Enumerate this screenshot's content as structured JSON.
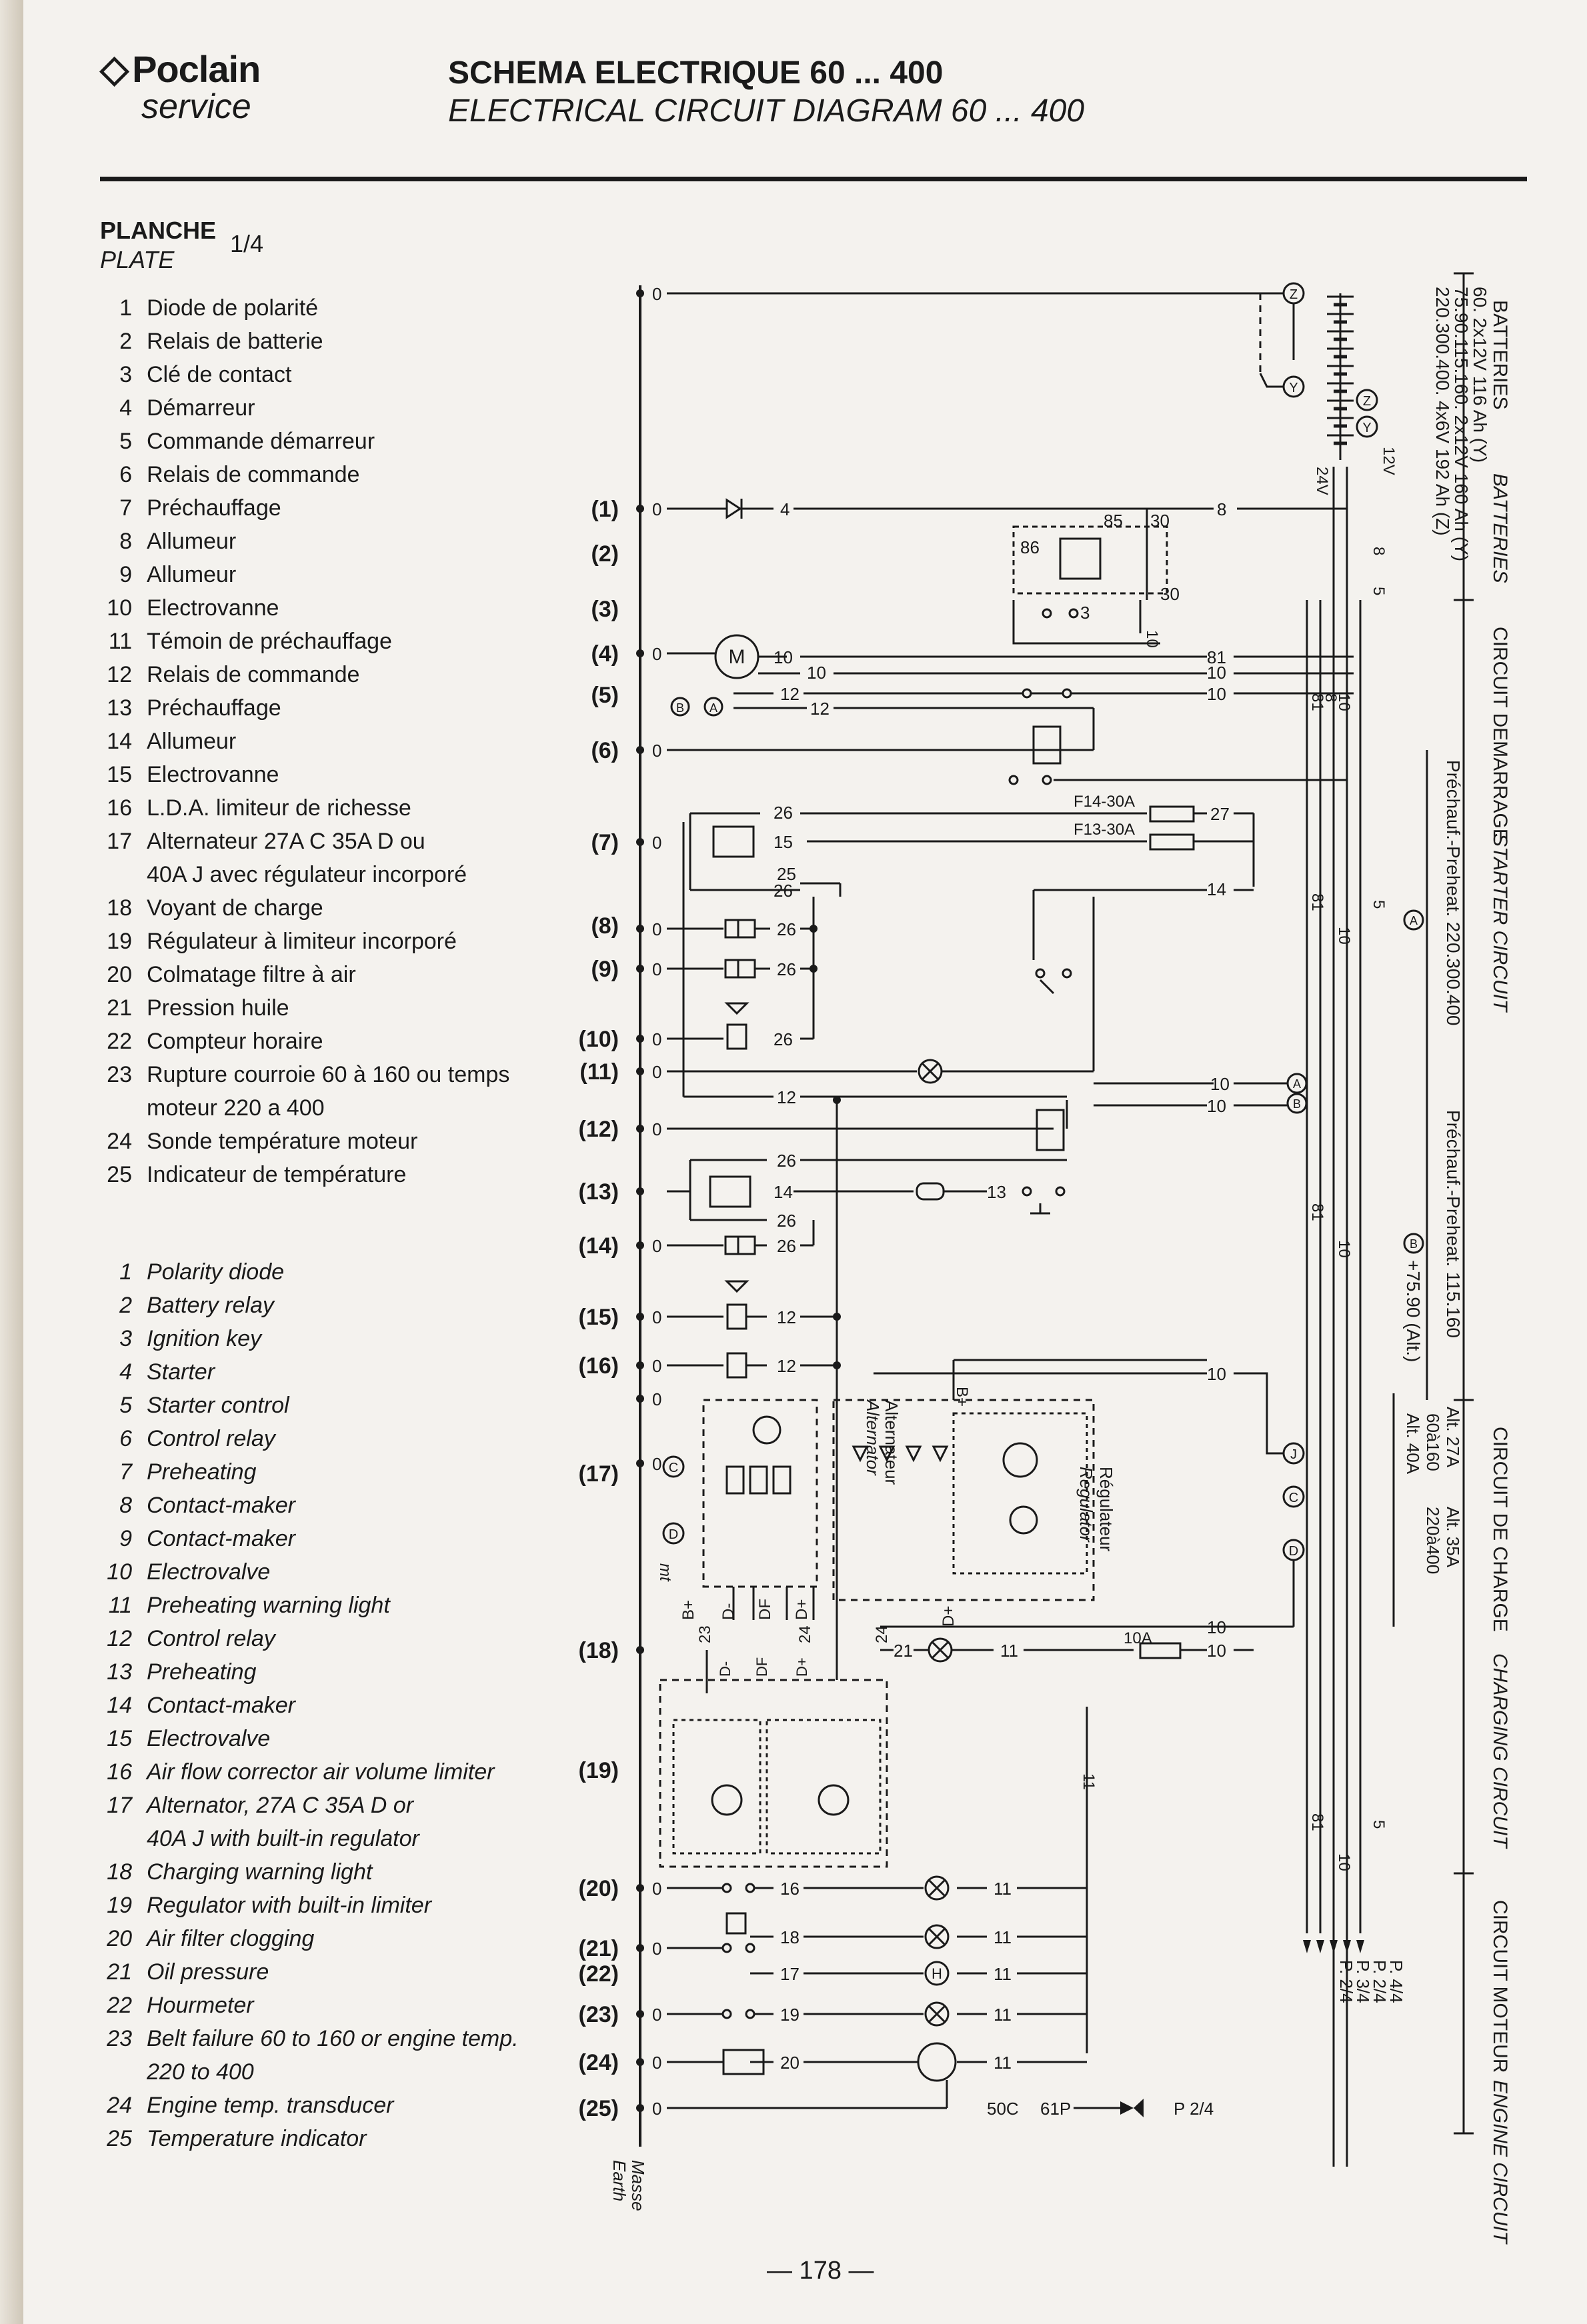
{
  "brand": {
    "name": "Poclain",
    "sub": "service"
  },
  "title": {
    "fr": "SCHEMA ELECTRIQUE 60 ... 400",
    "en": "ELECTRICAL CIRCUIT DIAGRAM 60 ... 400"
  },
  "plate": {
    "fr": "PLANCHE",
    "en": "PLATE",
    "number": "1/4"
  },
  "legend_fr": [
    {
      "n": "1",
      "t": "Diode de polarité"
    },
    {
      "n": "2",
      "t": "Relais de batterie"
    },
    {
      "n": "3",
      "t": "Clé de contact"
    },
    {
      "n": "4",
      "t": "Démarreur"
    },
    {
      "n": "5",
      "t": "Commande démarreur"
    },
    {
      "n": "6",
      "t": "Relais de commande"
    },
    {
      "n": "7",
      "t": "Préchauffage"
    },
    {
      "n": "8",
      "t": "Allumeur"
    },
    {
      "n": "9",
      "t": "Allumeur"
    },
    {
      "n": "10",
      "t": "Electrovanne"
    },
    {
      "n": "11",
      "t": "Témoin de préchauffage"
    },
    {
      "n": "12",
      "t": "Relais de commande"
    },
    {
      "n": "13",
      "t": "Préchauffage"
    },
    {
      "n": "14",
      "t": "Allumeur"
    },
    {
      "n": "15",
      "t": "Electrovanne"
    },
    {
      "n": "16",
      "t": "L.D.A. limiteur de richesse"
    },
    {
      "n": "17",
      "t": "Alternateur 27A C 35A D ou",
      "t2": "40A J avec régulateur incorporé"
    },
    {
      "n": "18",
      "t": "Voyant de charge"
    },
    {
      "n": "19",
      "t": "Régulateur à limiteur incorporé"
    },
    {
      "n": "20",
      "t": "Colmatage filtre à air"
    },
    {
      "n": "21",
      "t": "Pression huile"
    },
    {
      "n": "22",
      "t": "Compteur horaire"
    },
    {
      "n": "23",
      "t": "Rupture courroie 60 à 160 ou temps",
      "t2": "moteur 220 a 400"
    },
    {
      "n": "24",
      "t": "Sonde température moteur"
    },
    {
      "n": "25",
      "t": "Indicateur de température"
    }
  ],
  "legend_en": [
    {
      "n": "1",
      "t": "Polarity diode"
    },
    {
      "n": "2",
      "t": "Battery relay"
    },
    {
      "n": "3",
      "t": "Ignition key"
    },
    {
      "n": "4",
      "t": "Starter"
    },
    {
      "n": "5",
      "t": "Starter control"
    },
    {
      "n": "6",
      "t": "Control relay"
    },
    {
      "n": "7",
      "t": "Preheating"
    },
    {
      "n": "8",
      "t": "Contact-maker"
    },
    {
      "n": "9",
      "t": "Contact-maker"
    },
    {
      "n": "10",
      "t": "Electrovalve"
    },
    {
      "n": "11",
      "t": "Preheating warning light"
    },
    {
      "n": "12",
      "t": "Control relay"
    },
    {
      "n": "13",
      "t": "Preheating"
    },
    {
      "n": "14",
      "t": "Contact-maker"
    },
    {
      "n": "15",
      "t": "Electrovalve"
    },
    {
      "n": "16",
      "t": "Air flow corrector air volume limiter"
    },
    {
      "n": "17",
      "t": "Alternator, 27A C 35A D or",
      "t2": "40A J with built-in regulator"
    },
    {
      "n": "18",
      "t": "Charging warning light"
    },
    {
      "n": "19",
      "t": "Regulator with built-in limiter"
    },
    {
      "n": "20",
      "t": "Air filter clogging"
    },
    {
      "n": "21",
      "t": "Oil pressure"
    },
    {
      "n": "22",
      "t": "Hourmeter"
    },
    {
      "n": "23",
      "t": "Belt failure 60 to 160 or engine temp.",
      "t2": "220 to 400"
    },
    {
      "n": "24",
      "t": "Engine temp. transducer"
    },
    {
      "n": "25",
      "t": "Temperature indicator"
    }
  ],
  "row_labels": [
    "(1)",
    "(2)",
    "(3)",
    "(4)",
    "(5)",
    "(6)",
    "(7)",
    "(8)",
    "(9)",
    "(10)",
    "(11)",
    "(12)",
    "(13)",
    "(14)",
    "(15)",
    "(16)",
    "(17)",
    "(18)",
    "(19)",
    "(20)",
    "(21)",
    "(22)",
    "(23)",
    "(24)",
    "(25)"
  ],
  "earth_label": {
    "fr": "Masse",
    "en": "Earth"
  },
  "wire_numbers": {
    "zero": "0",
    "w4": "4",
    "w8": "8",
    "w10": "10",
    "w12": "12",
    "w81": "81",
    "w5": "5",
    "w26": "26",
    "w27": "27",
    "w14": "14",
    "w15": "15",
    "w25": "25",
    "w13": "13",
    "w11": "11",
    "w16": "16",
    "w17": "17",
    "w18": "18",
    "w19": "19",
    "w20": "20",
    "w21": "21",
    "w23": "23",
    "w24": "24",
    "w30": "30",
    "w85": "85",
    "w86": "86",
    "w3": "3"
  },
  "component_text": {
    "fuse1": "F14-30A",
    "fuse2": "F13-30A",
    "fuse3": "10A",
    "motor": "M",
    "hourmeter": "H",
    "alt_fr": "Alternateur",
    "alt_en": "Alternator",
    "reg_fr": "Régulateur",
    "reg_en": "Regulator",
    "b_plus": "B+",
    "d_minus": "D-",
    "df": "DF",
    "d_plus": "D+",
    "terminal_a": "A",
    "terminal_b": "B",
    "terminal_c": "C",
    "terminal_d": "D",
    "terminal_y": "Y",
    "terminal_z": "Z",
    "terminal_j": "J",
    "v12": "12V",
    "v24": "24V",
    "mt": "mt",
    "w50c": "50C",
    "w61p": "61P",
    "p24": "P 2/4",
    "p44": "P. 4/4",
    "p24b": "P. 2/4",
    "p34": "P. 3/4",
    "p24c": "P. 2/4"
  },
  "right_sections": [
    {
      "fr": "BATTERIES",
      "en": "BATTERIES"
    },
    {
      "fr": "CIRCUIT DEMARRAGE",
      "en": "STARTER CIRCUIT"
    },
    {
      "fr": "CIRCUIT DE CHARGE",
      "en": "CHARGING CIRCUIT"
    },
    {
      "fr": "CIRCUIT MOTEUR",
      "en": "ENGINE CIRCUIT"
    }
  ],
  "battery_specs": [
    "60. 2x12V 116 Ah (Y)",
    "75.90.115.160. 2x12V 160 Ah (Y)",
    "220.300.400. 4x6V 192 Ah (Z)"
  ],
  "preheat_notes": [
    "Préchauf.-Preheat. 220.300.400",
    "Préchauf.-Preheat. 115.160",
    "+75.90 (Alt.)"
  ],
  "alt_notes": [
    "Alt. 27A",
    "Alt. 35A",
    "60à160",
    "220à400",
    "Alt. 40A"
  ],
  "page_number": "— 178 —"
}
